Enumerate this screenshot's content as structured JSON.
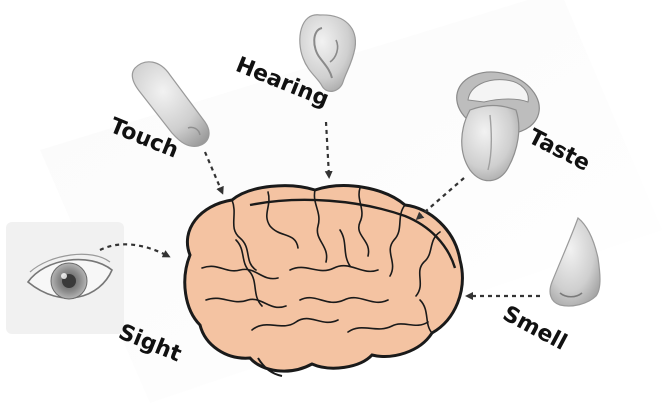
{
  "senses": {
    "touch": "Touch",
    "hearing": "Hearing",
    "taste": "Taste",
    "sight": "Sight",
    "smell": "Smell"
  },
  "colors": {
    "brain_fill": "#f4c3a2",
    "brain_outline": "#1a1a1a",
    "organ_gray": "#c9c9c9",
    "organ_shade": "#8f8f8f",
    "arrow": "#333333"
  },
  "icons": [
    "finger-icon",
    "ear-icon",
    "tongue-icon",
    "eye-icon",
    "nose-icon",
    "brain-icon"
  ]
}
